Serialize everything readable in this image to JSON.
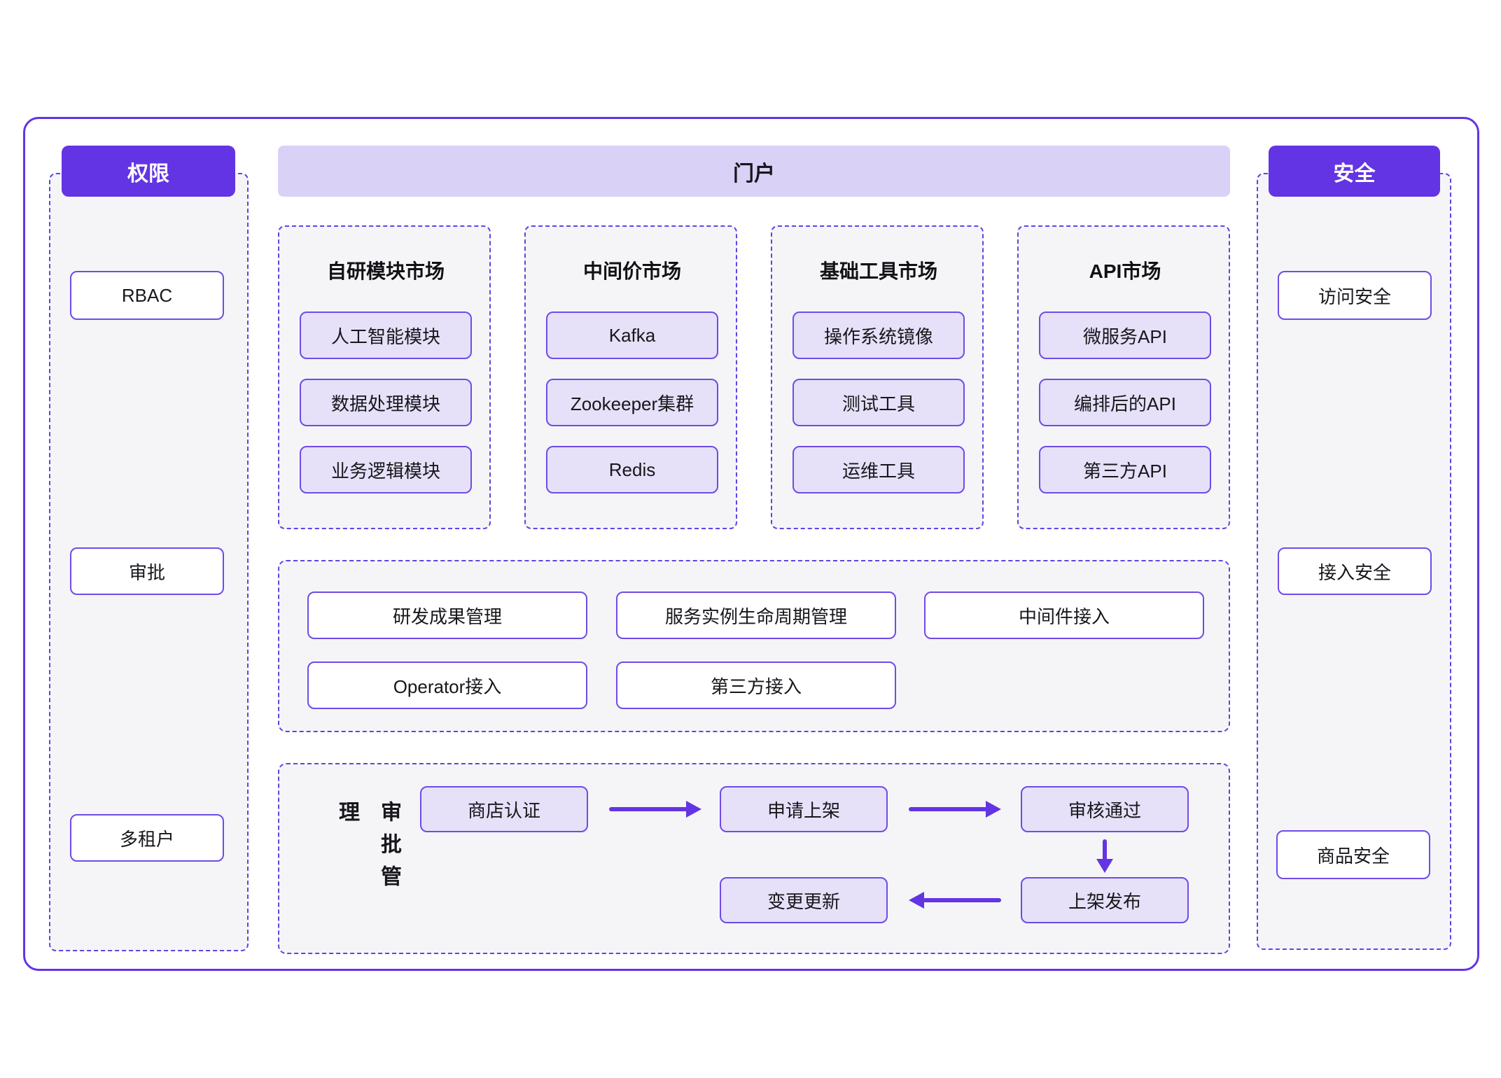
{
  "palette": {
    "accent": "#6334e3",
    "banner_bg": "#d9d1f6",
    "panel_bg": "#f5f5f8",
    "item_bg": "#e6e1f8",
    "box_border": "#6f4be8",
    "dash_border": "#5a47e2"
  },
  "left_panel": {
    "title": "权限",
    "items": [
      "RBAC",
      "审批",
      "多租户"
    ]
  },
  "portal": {
    "title": "门户",
    "markets": [
      {
        "title": "自研模块市场",
        "items": [
          "人工智能模块",
          "数据处理模块",
          "业务逻辑模块"
        ]
      },
      {
        "title": "中间价市场",
        "items": [
          "Kafka",
          "Zookeeper集群",
          "Redis"
        ]
      },
      {
        "title": "基础工具市场",
        "items": [
          "操作系统镜像",
          "测试工具",
          "运维工具"
        ]
      },
      {
        "title": "API市场",
        "items": [
          "微服务API",
          "编排后的API",
          "第三方API"
        ]
      }
    ],
    "management": {
      "row1": [
        "研发成果管理",
        "服务实例生命周期管理",
        "中间件接入"
      ],
      "row2": [
        "Operator接入",
        "第三方接入"
      ]
    },
    "approval_flow": {
      "label": "审批管理",
      "steps": [
        "商店认证",
        "申请上架",
        "审核通过",
        "上架发布",
        "变更更新"
      ]
    }
  },
  "right_panel": {
    "title": "安全",
    "items": [
      "访问安全",
      "接入安全",
      "商品安全"
    ]
  }
}
